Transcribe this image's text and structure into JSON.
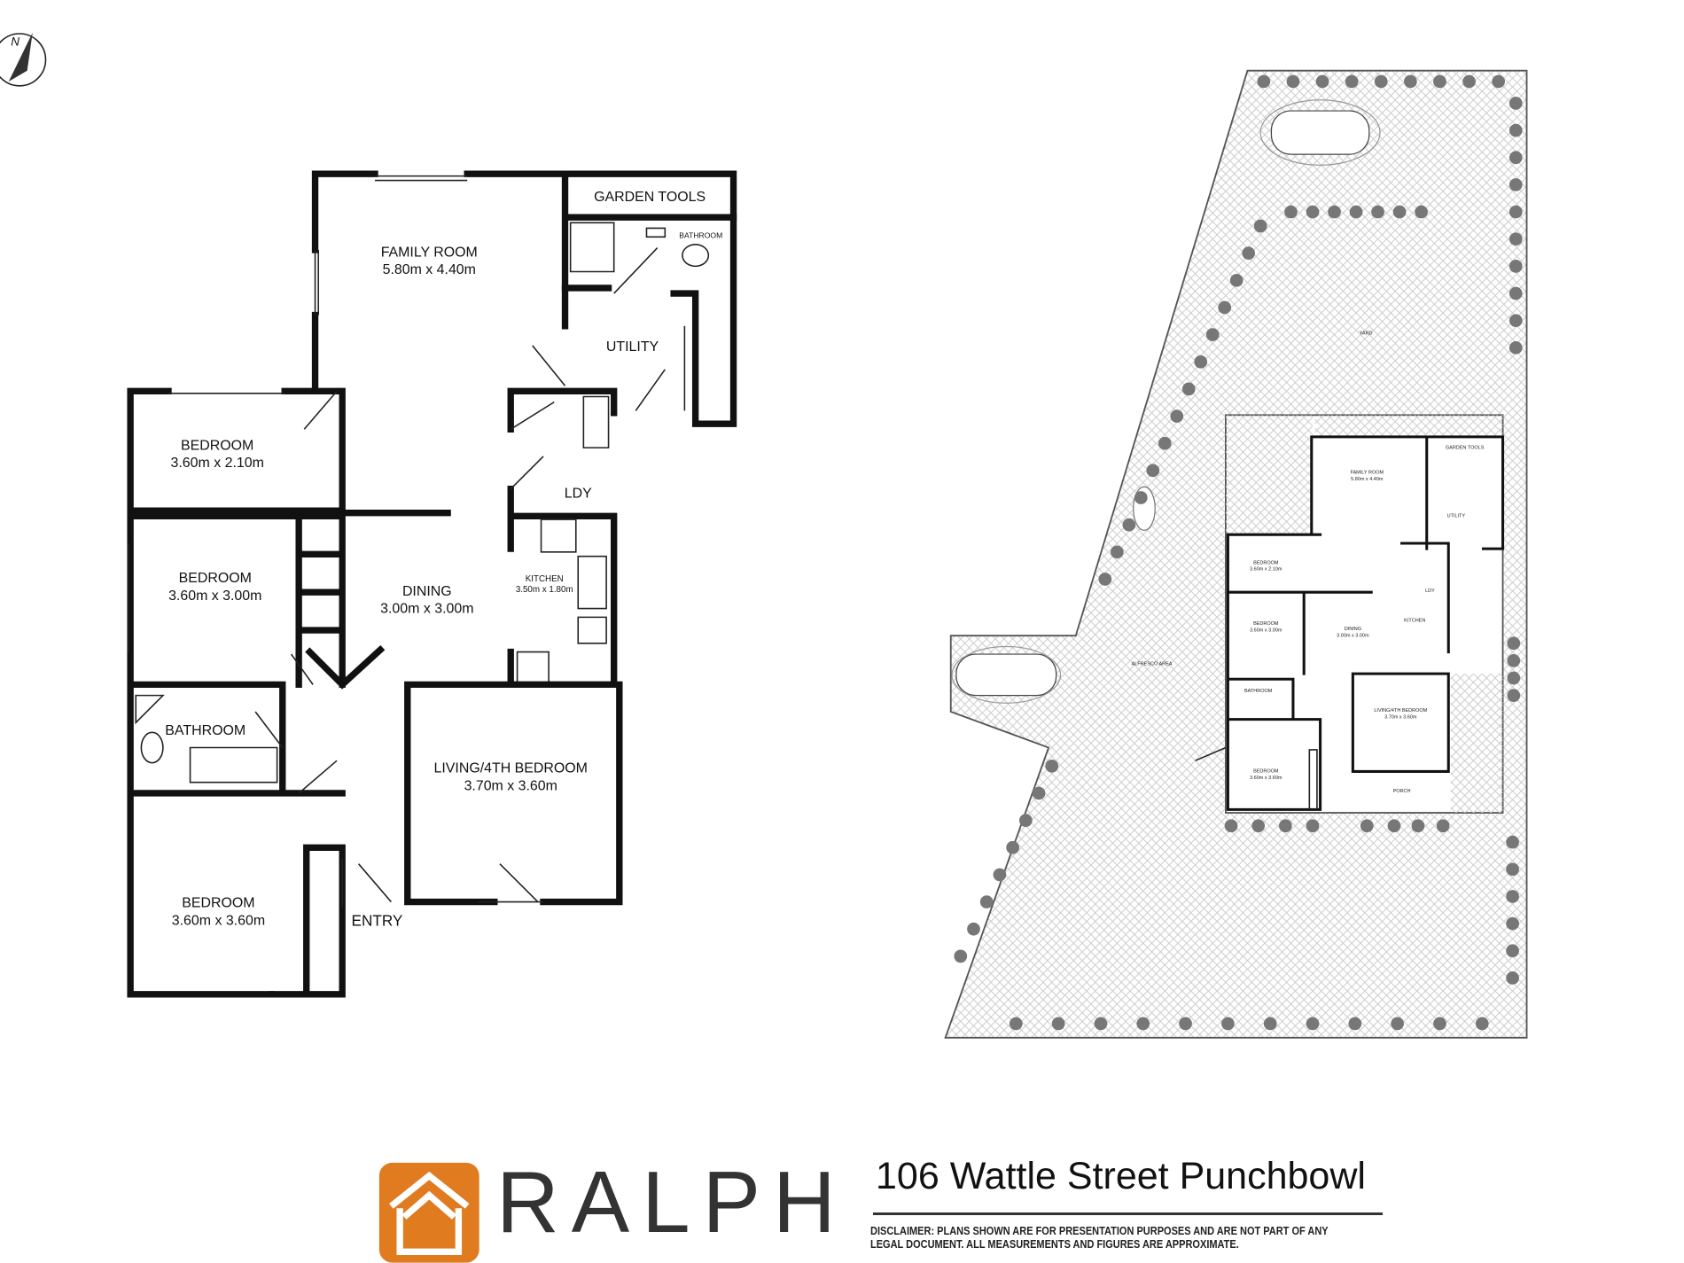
{
  "floor_plan": {
    "rooms": [
      {
        "name": "FAMILY ROOM",
        "size": "5.80m x 4.40m"
      },
      {
        "name": "GARDEN TOOLS",
        "size": ""
      },
      {
        "name": "BATHROOM",
        "size": ""
      },
      {
        "name": "UTILITY",
        "size": ""
      },
      {
        "name": "BEDROOM",
        "size": "3.60m x 2.10m"
      },
      {
        "name": "BEDROOM",
        "size": "3.60m x 3.00m"
      },
      {
        "name": "DINING",
        "size": "3.00m x 3.00m"
      },
      {
        "name": "LDY",
        "size": ""
      },
      {
        "name": "KITCHEN",
        "size": "3.50m x 1.80m"
      },
      {
        "name": "BATHROOM",
        "size": ""
      },
      {
        "name": "LIVING/4TH BEDROOM",
        "size": "3.70m x 3.60m"
      },
      {
        "name": "BEDROOM",
        "size": "3.60m x 3.60m"
      },
      {
        "name": "ENTRY",
        "size": ""
      }
    ]
  },
  "site_plan": {
    "yard_label": "YARD",
    "alfresco_label": "ALFRESCO AREA",
    "porch_label": "PORCH"
  },
  "compass": {
    "label": "N"
  },
  "footer": {
    "brand": "RALPH",
    "brand_color": "#e07b1f",
    "address": "106 Wattle Street Punchbowl",
    "disclaimer": "DISCLAIMER: PLANS SHOWN ARE FOR PRESENTATION PURPOSES AND ARE NOT PART OF ANY LEGAL DOCUMENT. ALL MEASUREMENTS AND FIGURES ARE APPROXIMATE."
  }
}
